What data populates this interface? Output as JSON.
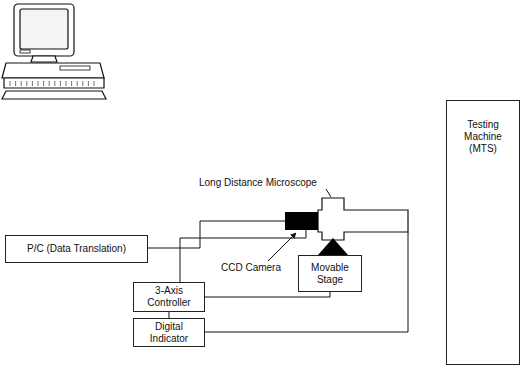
{
  "diagram": {
    "nodes": [
      {
        "text": [
          "P/C (Data Translation)"
        ]
      },
      {
        "text": [
          "Movable Stage"
        ]
      },
      {
        "text": [
          "Testing Machine (MTS)"
        ]
      },
      {
        "text": [
          "3-Axis Controller"
        ]
      },
      {
        "text": [
          "Digital Indicator"
        ]
      }
    ],
    "edges": [
      {
        "from": 3,
        "to": 1,
        "arrow": "none"
      },
      {
        "from": 3,
        "to": 4,
        "arrow": "none"
      }
    ],
    "labels": [
      "Long Distance Microscope",
      "CCD Camera"
    ]
  }
}
